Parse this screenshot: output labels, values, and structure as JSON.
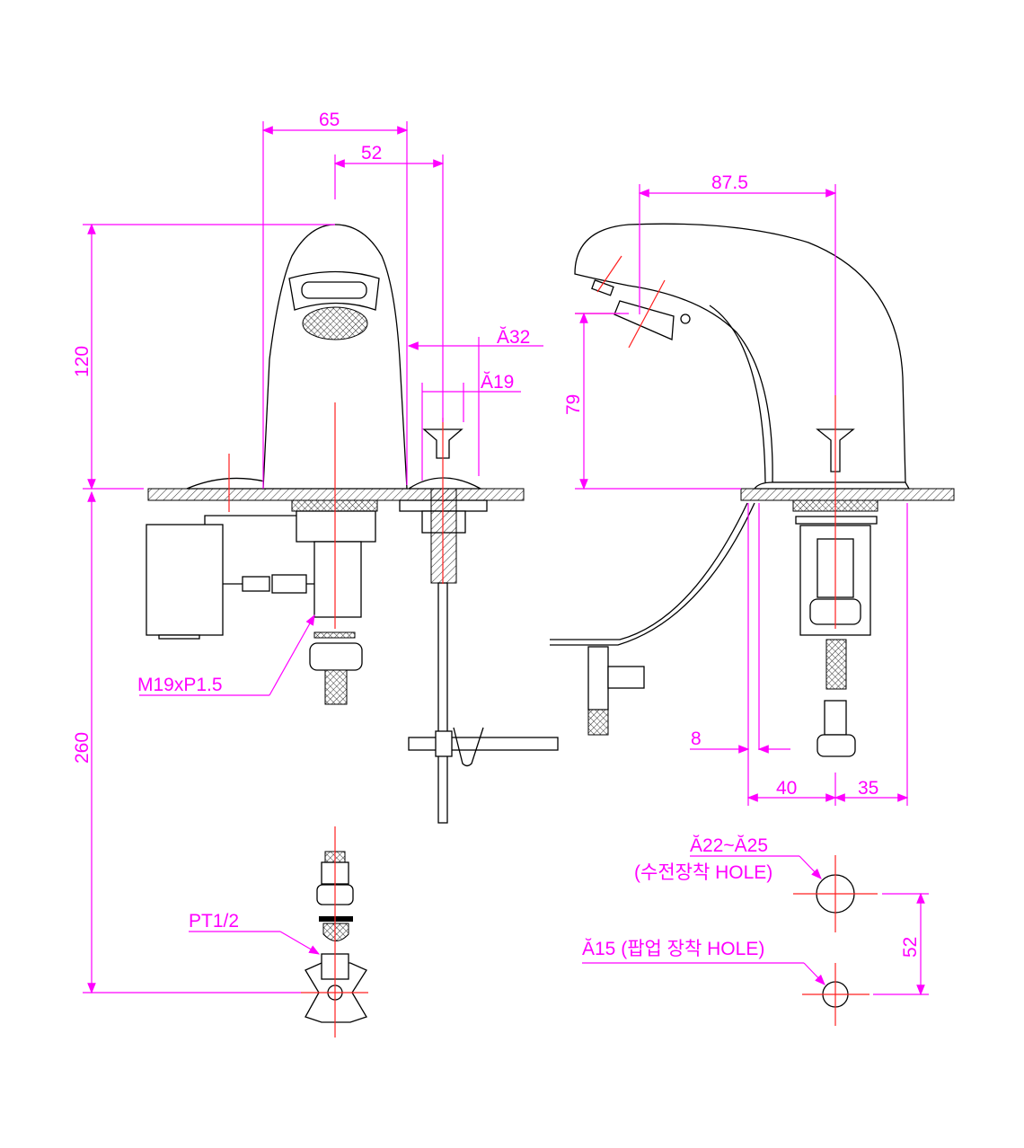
{
  "drawing": {
    "front_view": {
      "dim_width_total": "65",
      "dim_width_center": "52",
      "dim_spout_height": "120",
      "dim_supply_length": "260",
      "dim_popup_flange": "Ă32",
      "dim_popup_hole": "Ă19",
      "thread_label": "M19xP1.5",
      "connection_label": "PT1/2"
    },
    "side_view": {
      "dim_spout_reach": "87.5",
      "dim_spout_clearance": "79",
      "dim_counter_thickness": "8",
      "dim_rear_offset": "40",
      "dim_popup_offset": "35"
    },
    "hole_layout": {
      "faucet_hole_diameter": "Ă22~Ă25",
      "faucet_hole_note": "(수전장착 HOLE)",
      "popup_hole_label": "Ă15 (팝업 장착 HOLE)",
      "dim_hole_spacing": "52"
    },
    "colors": {
      "dimension": "#ff00ff",
      "centerline": "#ff2020",
      "outline": "#000000"
    }
  }
}
